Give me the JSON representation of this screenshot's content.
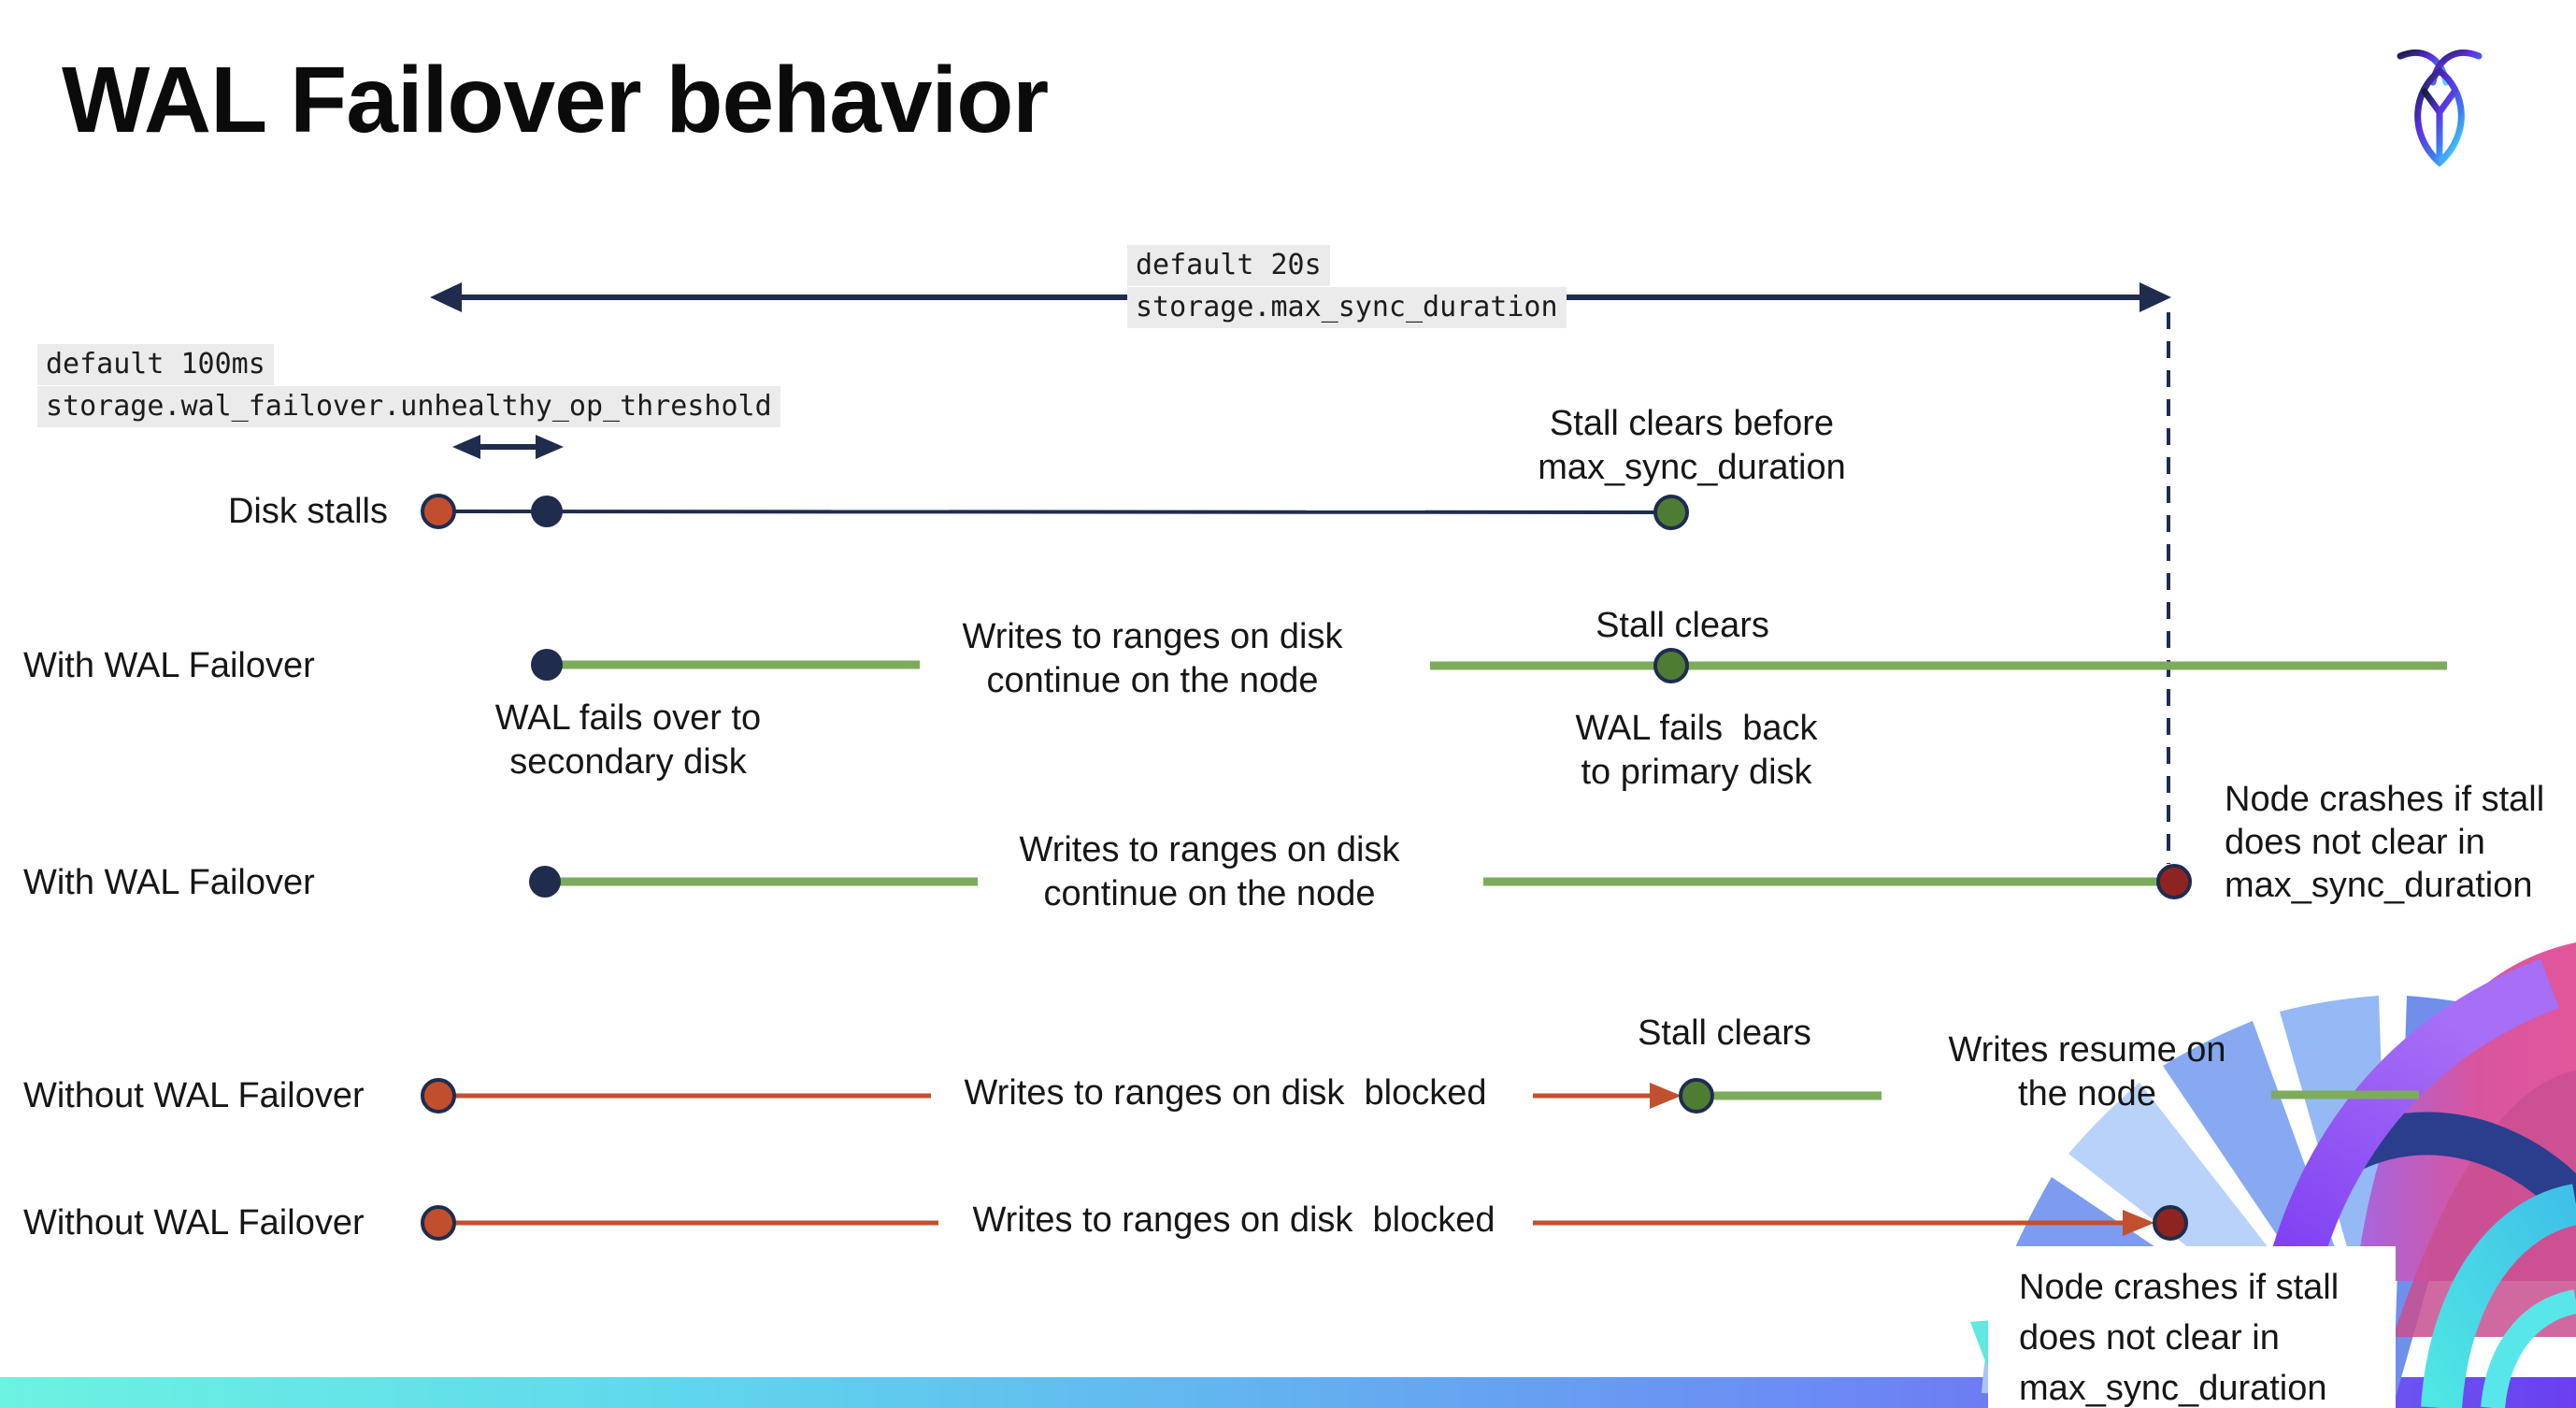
{
  "title": "WAL Failover behavior",
  "annotations": {
    "max_sync_duration": {
      "line1": "default 20s",
      "line2": "storage.max_sync_duration"
    },
    "unhealthy_op_threshold": {
      "line1": "default 100ms",
      "line2": "storage.wal_failover.unhealthy_op_threshold"
    }
  },
  "rows": {
    "disk_stalls": {
      "label": "Disk stalls",
      "stall_clears_note": "Stall clears before\nmax_sync_duration"
    },
    "with_wal_1": {
      "label": "With WAL Failover",
      "failover_note": "WAL fails over to\nsecondary disk",
      "writes_note": "Writes to ranges on disk\ncontinue on the node",
      "stall_clears": "Stall clears",
      "failback_note": "WAL fails  back\nto primary disk"
    },
    "with_wal_2": {
      "label": "With WAL Failover",
      "writes_note": "Writes to ranges on disk\ncontinue on the node",
      "crash_note": "Node crashes if stall\ndoes not clear in\nmax_sync_duration"
    },
    "without_wal_1": {
      "label": "Without WAL Failover",
      "writes_note": "Writes to ranges on disk  blocked",
      "stall_clears": "Stall clears",
      "resume_note": "Writes resume on\nthe node"
    },
    "without_wal_2": {
      "label": "Without WAL Failover",
      "writes_note": "Writes to ranges on disk  blocked",
      "crash_note": "Node crashes if stall\ndoes not clear in\nmax_sync_duration"
    }
  },
  "icons": {
    "logo": "cockroachdb-logo"
  },
  "colors": {
    "navy": "#1f2c4e",
    "green_line": "#7dab5c",
    "green_dot": "#4e7c33",
    "red_line": "#c0512f",
    "red_dot": "#c14e2c",
    "maroon_dot": "#8e2420",
    "code_background": "#ebebeb",
    "bar_gradient_start": "#6cf2e1",
    "bar_gradient_end": "#6a3ff0"
  }
}
